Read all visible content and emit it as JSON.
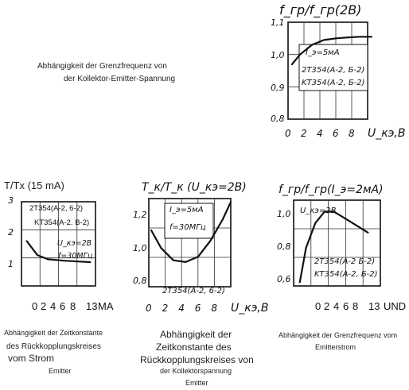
{
  "chart_data": [
    {
      "type": "line",
      "title": "f_гр/f_гр(2B)",
      "xlabel": "U_кэ,B",
      "x_ticks": [
        "0",
        "2",
        "4",
        "6",
        "8"
      ],
      "y_ticks": [
        "1.1",
        "1.0",
        "0.9",
        "0.8"
      ],
      "xlim": [
        0,
        10
      ],
      "ylim": [
        0.8,
        1.1
      ],
      "legend": [
        "I_э=5мА",
        "2T354(A-2, Б-2)",
        "KT354(A-2, Б-2)"
      ],
      "caption": [
        "Abhängigkeit der Grenzfrequenz von",
        "der Kollektor-Emitter-Spannung"
      ],
      "series": [
        {
          "x": [
            0.5,
            1.5,
            3,
            4.5,
            6,
            7.5,
            9,
            10.5
          ],
          "y": [
            0.97,
            1.0,
            1.03,
            1.045,
            1.05,
            1.053,
            1.055,
            1.055
          ]
        }
      ]
    },
    {
      "type": "line",
      "title": "T/Tx (15 mA)",
      "xlabel": "MA",
      "x_ticks": [
        "0",
        "2",
        "4",
        "6",
        "8",
        "13"
      ],
      "y_ticks": [
        "3",
        "2",
        "1"
      ],
      "xlim": [
        0,
        14
      ],
      "ylim": [
        0,
        3
      ],
      "legend": [
        "2T354(A-2, 6-2)",
        "KT354(A-2. B-2)",
        "U_кэ=2B",
        "f=30МГц"
      ],
      "caption": [
        "Abhängigkeit der Zeitkonstante",
        "des Rückkopplungskreises",
        "vom Strom",
        "Emitter"
      ],
      "series": [
        {
          "x": [
            1,
            3,
            5,
            8,
            11,
            13
          ],
          "y": [
            1.6,
            1.1,
            0.95,
            0.9,
            0.87,
            0.85
          ]
        }
      ]
    },
    {
      "type": "line",
      "title": "T_к/T_к (U_кэ=2B)",
      "xlabel": "U_кэ,B",
      "x_ticks": [
        "0",
        "2",
        "4",
        "6",
        "8"
      ],
      "y_ticks": [
        "1.2",
        "1.0",
        "0.8"
      ],
      "xlim": [
        0,
        10
      ],
      "ylim": [
        0.8,
        1.3
      ],
      "legend": [
        "I_э=5мА",
        "f=30МГц",
        "2T354(A-2, 6-2)"
      ],
      "caption": [
        "Abhängigkeit der",
        "Zeitkonstante des",
        "Rückkopplungskreises von",
        "der Kollektorspannung",
        "Emitter"
      ],
      "series": [
        {
          "x": [
            0.3,
            1.5,
            3,
            4.5,
            6,
            7.5,
            9,
            10
          ],
          "y": [
            1.12,
            1.02,
            0.95,
            0.94,
            0.97,
            1.06,
            1.18,
            1.28
          ]
        }
      ]
    },
    {
      "type": "line",
      "title": "f_гр/f_гр(I_э=2мА)",
      "xlabel": "UND",
      "x_ticks": [
        "0",
        "2",
        "4",
        "6",
        "8",
        "13"
      ],
      "y_ticks": [
        "1.0",
        "0.8",
        "0.6"
      ],
      "xlim": [
        0,
        14
      ],
      "ylim": [
        0.6,
        1.05
      ],
      "legend": [
        "U_кэ=2B",
        "2T354(A-2 Б-2)",
        "KT354(A-2, Б-2)"
      ],
      "caption": [
        "Abhängigkeit der Grenzfrequenz vom",
        "Emitterstrom"
      ],
      "series": [
        {
          "x": [
            1,
            2,
            3.5,
            5,
            6.5,
            8,
            10,
            12
          ],
          "y": [
            0.62,
            0.8,
            0.93,
            0.99,
            0.99,
            0.96,
            0.92,
            0.88
          ]
        }
      ]
    }
  ]
}
